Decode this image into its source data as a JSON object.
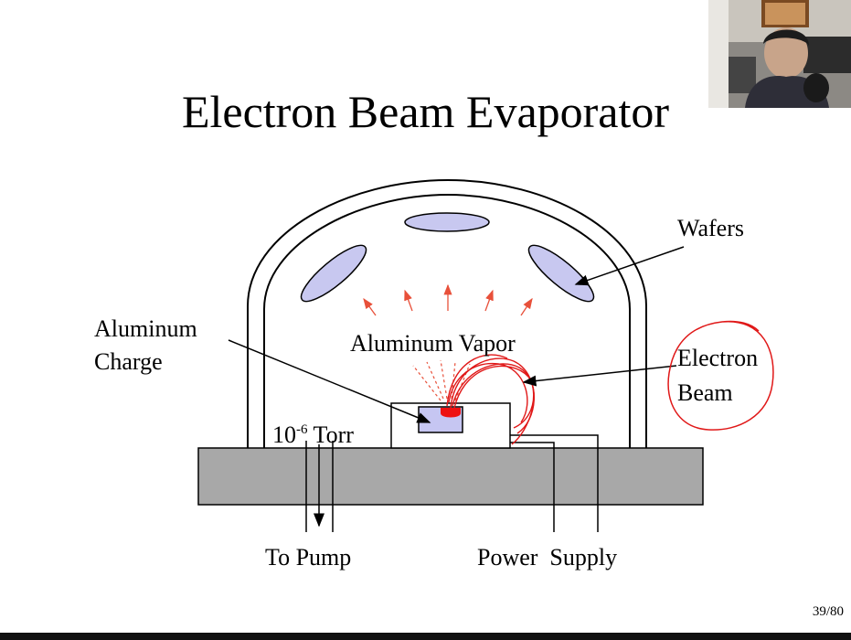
{
  "slide": {
    "title": "Electron Beam Evaporator",
    "page_number": "39/80"
  },
  "labels": {
    "wafers": "Wafers",
    "aluminum_charge_line1": "Aluminum",
    "aluminum_charge_line2": "Charge",
    "aluminum_vapor": "Aluminum Vapor",
    "electron_beam_line1": "Electron",
    "electron_beam_line2": "Beam",
    "pressure_base": "10",
    "pressure_exponent": "-6",
    "pressure_unit": "Torr",
    "to_pump": "To Pump",
    "power_supply": "Power  Supply"
  },
  "colors": {
    "wafer_fill": "#c8c8f0",
    "charge_fill": "#c6c6f2",
    "base_fill": "#a8a8a8",
    "vapor_arrow": "#e8503a",
    "beam_annotation": "#e01818"
  }
}
